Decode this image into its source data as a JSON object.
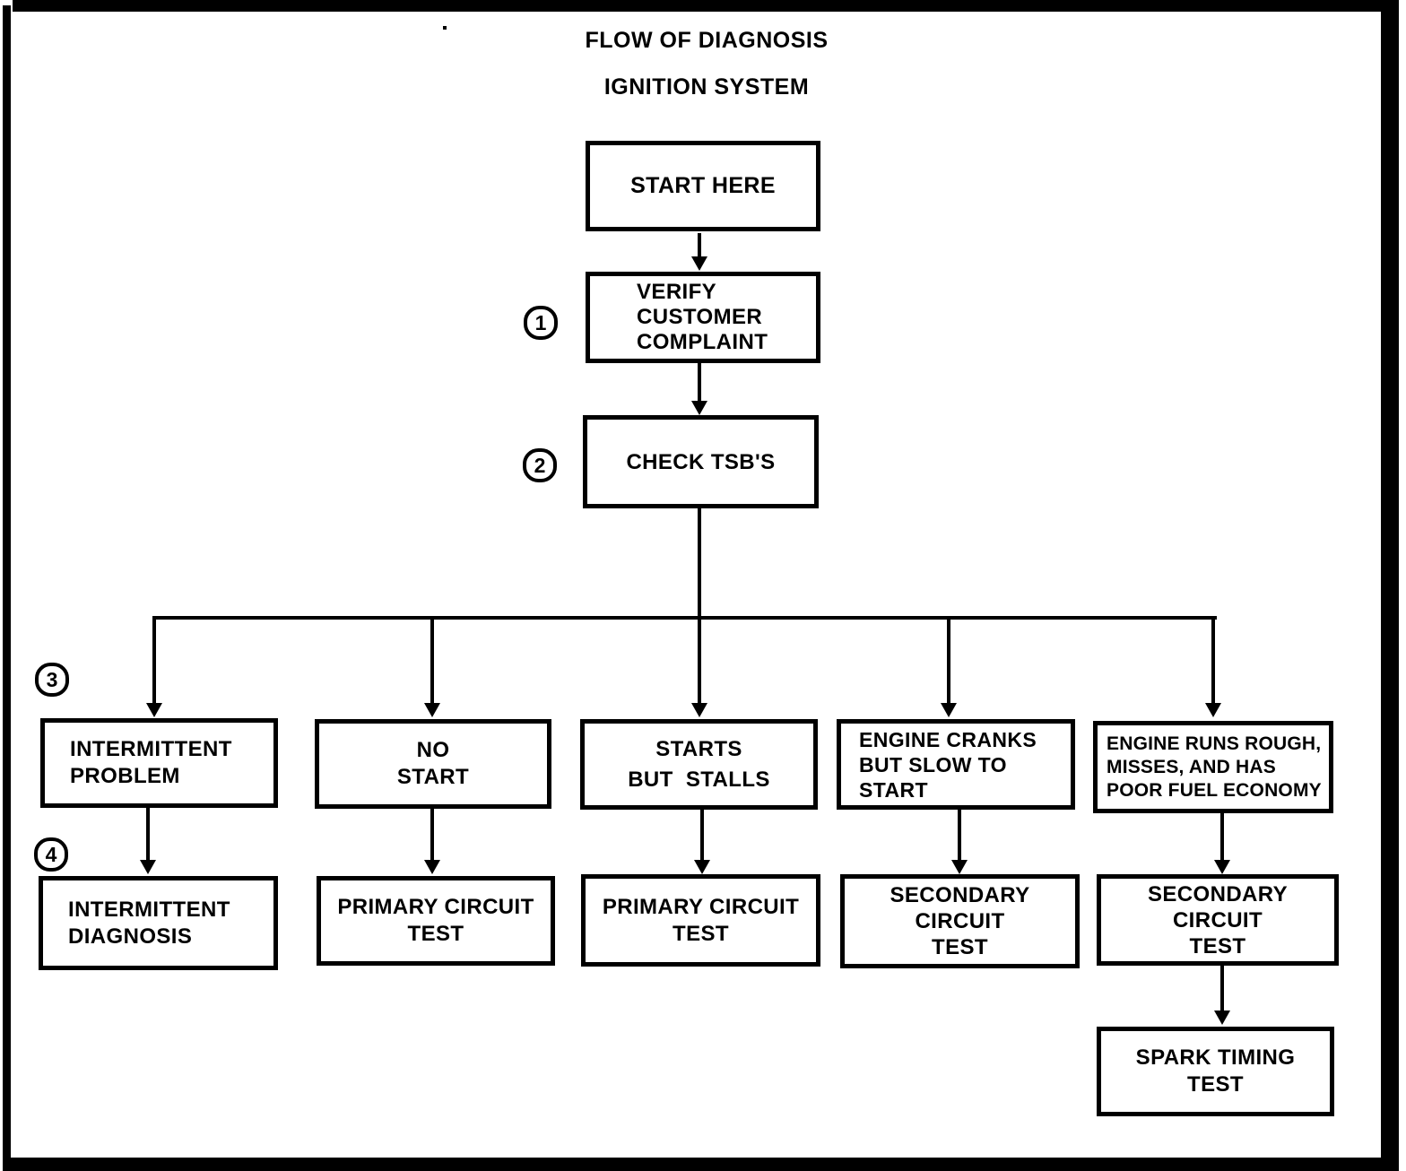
{
  "title": "FLOW OF DIAGNOSIS",
  "subtitle": "IGNITION SYSTEM",
  "colors": {
    "ink": "#000000",
    "background": "#ffffff"
  },
  "step_badges": [
    "1",
    "2",
    "3",
    "4"
  ],
  "flow": {
    "start": {
      "label": "START HERE"
    },
    "verify": {
      "lines": [
        "VERIFY",
        "CUSTOMER",
        "COMPLAINT"
      ]
    },
    "check_tsb": {
      "label": "CHECK TSB'S"
    },
    "branches": [
      {
        "symptom_lines": [
          "INTERMITTENT",
          "PROBLEM"
        ],
        "action_lines": [
          "INTERMITTENT",
          "DIAGNOSIS"
        ]
      },
      {
        "symptom_lines": [
          "NO",
          "START"
        ],
        "action_lines": [
          "PRIMARY CIRCUIT",
          "TEST"
        ]
      },
      {
        "symptom_lines": [
          "STARTS",
          "BUT  STALLS"
        ],
        "action_lines": [
          "PRIMARY CIRCUIT",
          "TEST"
        ]
      },
      {
        "symptom_lines": [
          "ENGINE CRANKS",
          "BUT SLOW TO",
          "START"
        ],
        "action_lines": [
          "SECONDARY",
          "CIRCUIT",
          "TEST"
        ]
      },
      {
        "symptom_lines": [
          "ENGINE RUNS ROUGH,",
          "MISSES, AND HAS",
          "POOR FUEL ECONOMY"
        ],
        "action_lines": [
          "SECONDARY",
          "CIRCUIT",
          "TEST"
        ],
        "followup_lines": [
          "SPARK TIMING",
          "TEST"
        ]
      }
    ]
  }
}
